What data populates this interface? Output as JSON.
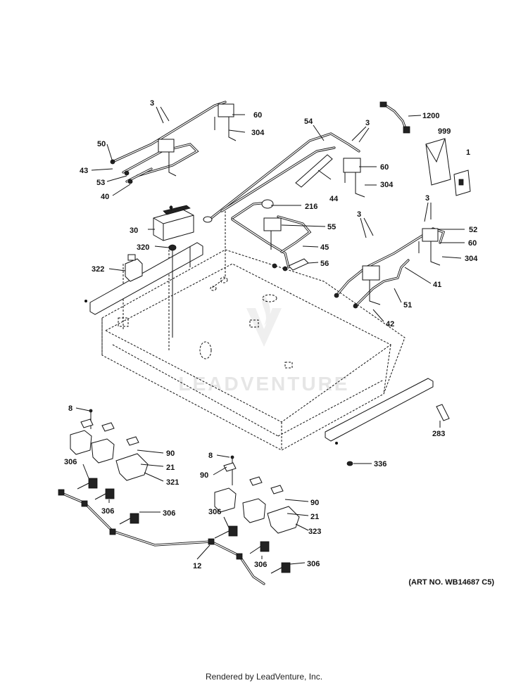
{
  "labels": {
    "l3a": "3",
    "l60a": "60",
    "l304a": "304",
    "l50": "50",
    "l43": "43",
    "l53": "53",
    "l40": "40",
    "l54": "54",
    "l3b": "3",
    "l60b": "60",
    "l304b": "304",
    "l44": "44",
    "l216": "216",
    "l1200": "1200",
    "l999": "999",
    "l1": "1",
    "l30": "30",
    "l320": "320",
    "l322": "322",
    "l55": "55",
    "l45": "45",
    "l56": "56",
    "l3c": "3",
    "l3d": "3",
    "l52": "52",
    "l60c": "60",
    "l304c": "304",
    "l41": "41",
    "l51": "51",
    "l42": "42",
    "l8a": "8",
    "l90a": "90",
    "l21a": "21",
    "l321": "321",
    "l306a": "306",
    "l306b": "306",
    "l306c": "306",
    "l8b": "8",
    "l90b": "90",
    "l90c": "90",
    "l21b": "21",
    "l323": "323",
    "l306d": "306",
    "l306e": "306",
    "l306f": "306",
    "l12": "12",
    "l283": "283",
    "l336": "336"
  },
  "art_number": "(ART NO. WB14687 C5)",
  "footer": "Rendered by LeadVenture, Inc.",
  "watermark": "LEADVENTURE"
}
